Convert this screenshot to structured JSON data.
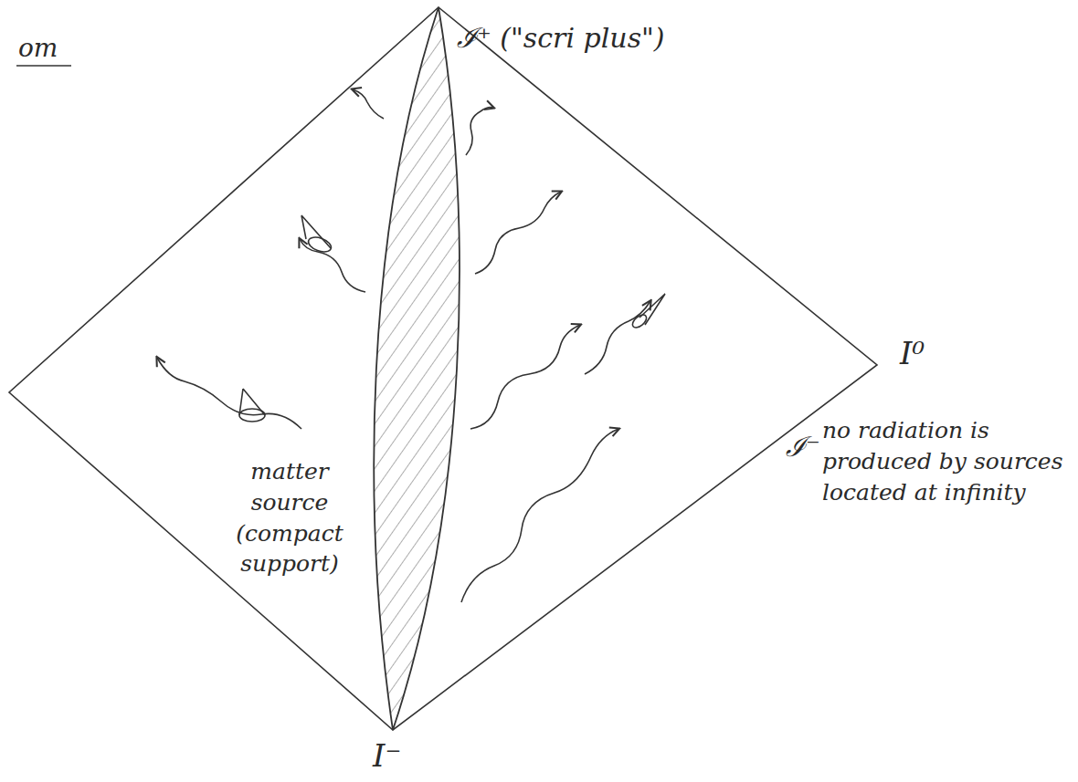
{
  "diagram": {
    "labels": [
      "om",
      "ℐ⁺ (\"scri plus\")",
      "I⁰",
      "ℐ⁻",
      "matter source (compact support)",
      "no radiation is produced by sources located at infinity",
      "I⁻"
    ]
  }
}
